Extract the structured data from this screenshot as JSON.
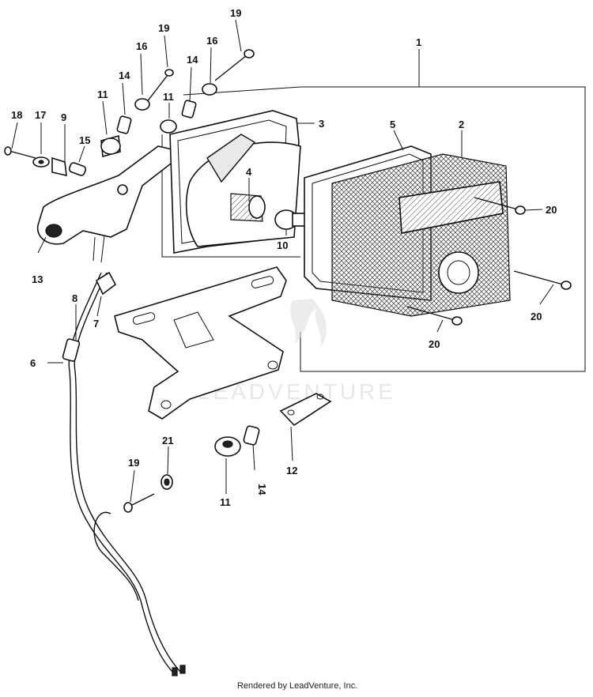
{
  "diagram": {
    "callouts": [
      "1",
      "2",
      "3",
      "4",
      "5",
      "6",
      "7",
      "8",
      "9",
      "10",
      "11",
      "11",
      "11",
      "12",
      "13",
      "14",
      "14",
      "14",
      "15",
      "16",
      "16",
      "17",
      "18",
      "19",
      "19",
      "19",
      "20",
      "20",
      "20",
      "21"
    ],
    "watermark": "LEADVENTURE",
    "footer": "Rendered by LeadVenture, Inc."
  }
}
